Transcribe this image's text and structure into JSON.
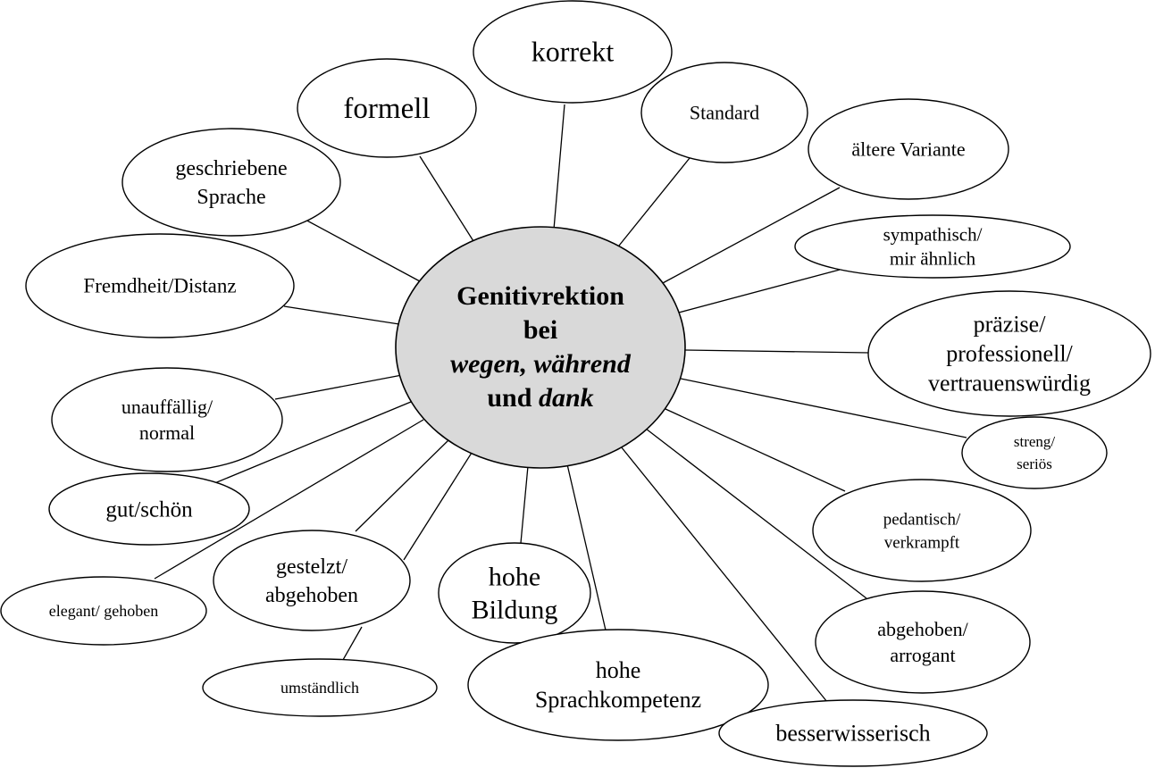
{
  "center": {
    "line1": "Genitivrektion",
    "line2": "bei",
    "line3": "wegen, während",
    "line4_plain": "und ",
    "line4_italic": "dank"
  },
  "nodes": [
    {
      "id": "korrekt",
      "lines": [
        "korrekt"
      ]
    },
    {
      "id": "formell",
      "lines": [
        "formell"
      ]
    },
    {
      "id": "standard",
      "lines": [
        "Standard"
      ]
    },
    {
      "id": "aeltere-variante",
      "lines": [
        "ältere Variante"
      ]
    },
    {
      "id": "geschriebene-sprache",
      "lines": [
        "geschriebene",
        "Sprache"
      ]
    },
    {
      "id": "sympathisch",
      "lines": [
        "sympathisch/",
        "mir ähnlich"
      ]
    },
    {
      "id": "fremdheit-distanz",
      "lines": [
        "Fremdheit/Distanz"
      ]
    },
    {
      "id": "praezise",
      "lines": [
        "präzise/",
        "professionell/",
        "vertrauenswürdig"
      ]
    },
    {
      "id": "unauffaellig",
      "lines": [
        "unauffällig/",
        "normal"
      ]
    },
    {
      "id": "streng",
      "lines": [
        "streng/",
        "seriös"
      ]
    },
    {
      "id": "gut-schoen",
      "lines": [
        "gut/schön"
      ]
    },
    {
      "id": "pedantisch",
      "lines": [
        "pedantisch/",
        "verkrampft"
      ]
    },
    {
      "id": "gestelzt",
      "lines": [
        "gestelzt/",
        "abgehoben"
      ]
    },
    {
      "id": "hohe-bildung",
      "lines": [
        "hohe",
        "Bildung"
      ]
    },
    {
      "id": "elegant",
      "lines": [
        "elegant/ gehoben"
      ]
    },
    {
      "id": "abgehoben-arrogant",
      "lines": [
        "abgehoben/",
        "arrogant"
      ]
    },
    {
      "id": "umstaendlich",
      "lines": [
        "umständlich"
      ]
    },
    {
      "id": "hohe-sprachkompetenz",
      "lines": [
        "hohe",
        "Sprachkompetenz"
      ]
    },
    {
      "id": "besserwisserisch",
      "lines": [
        "besserwisserisch"
      ]
    }
  ]
}
